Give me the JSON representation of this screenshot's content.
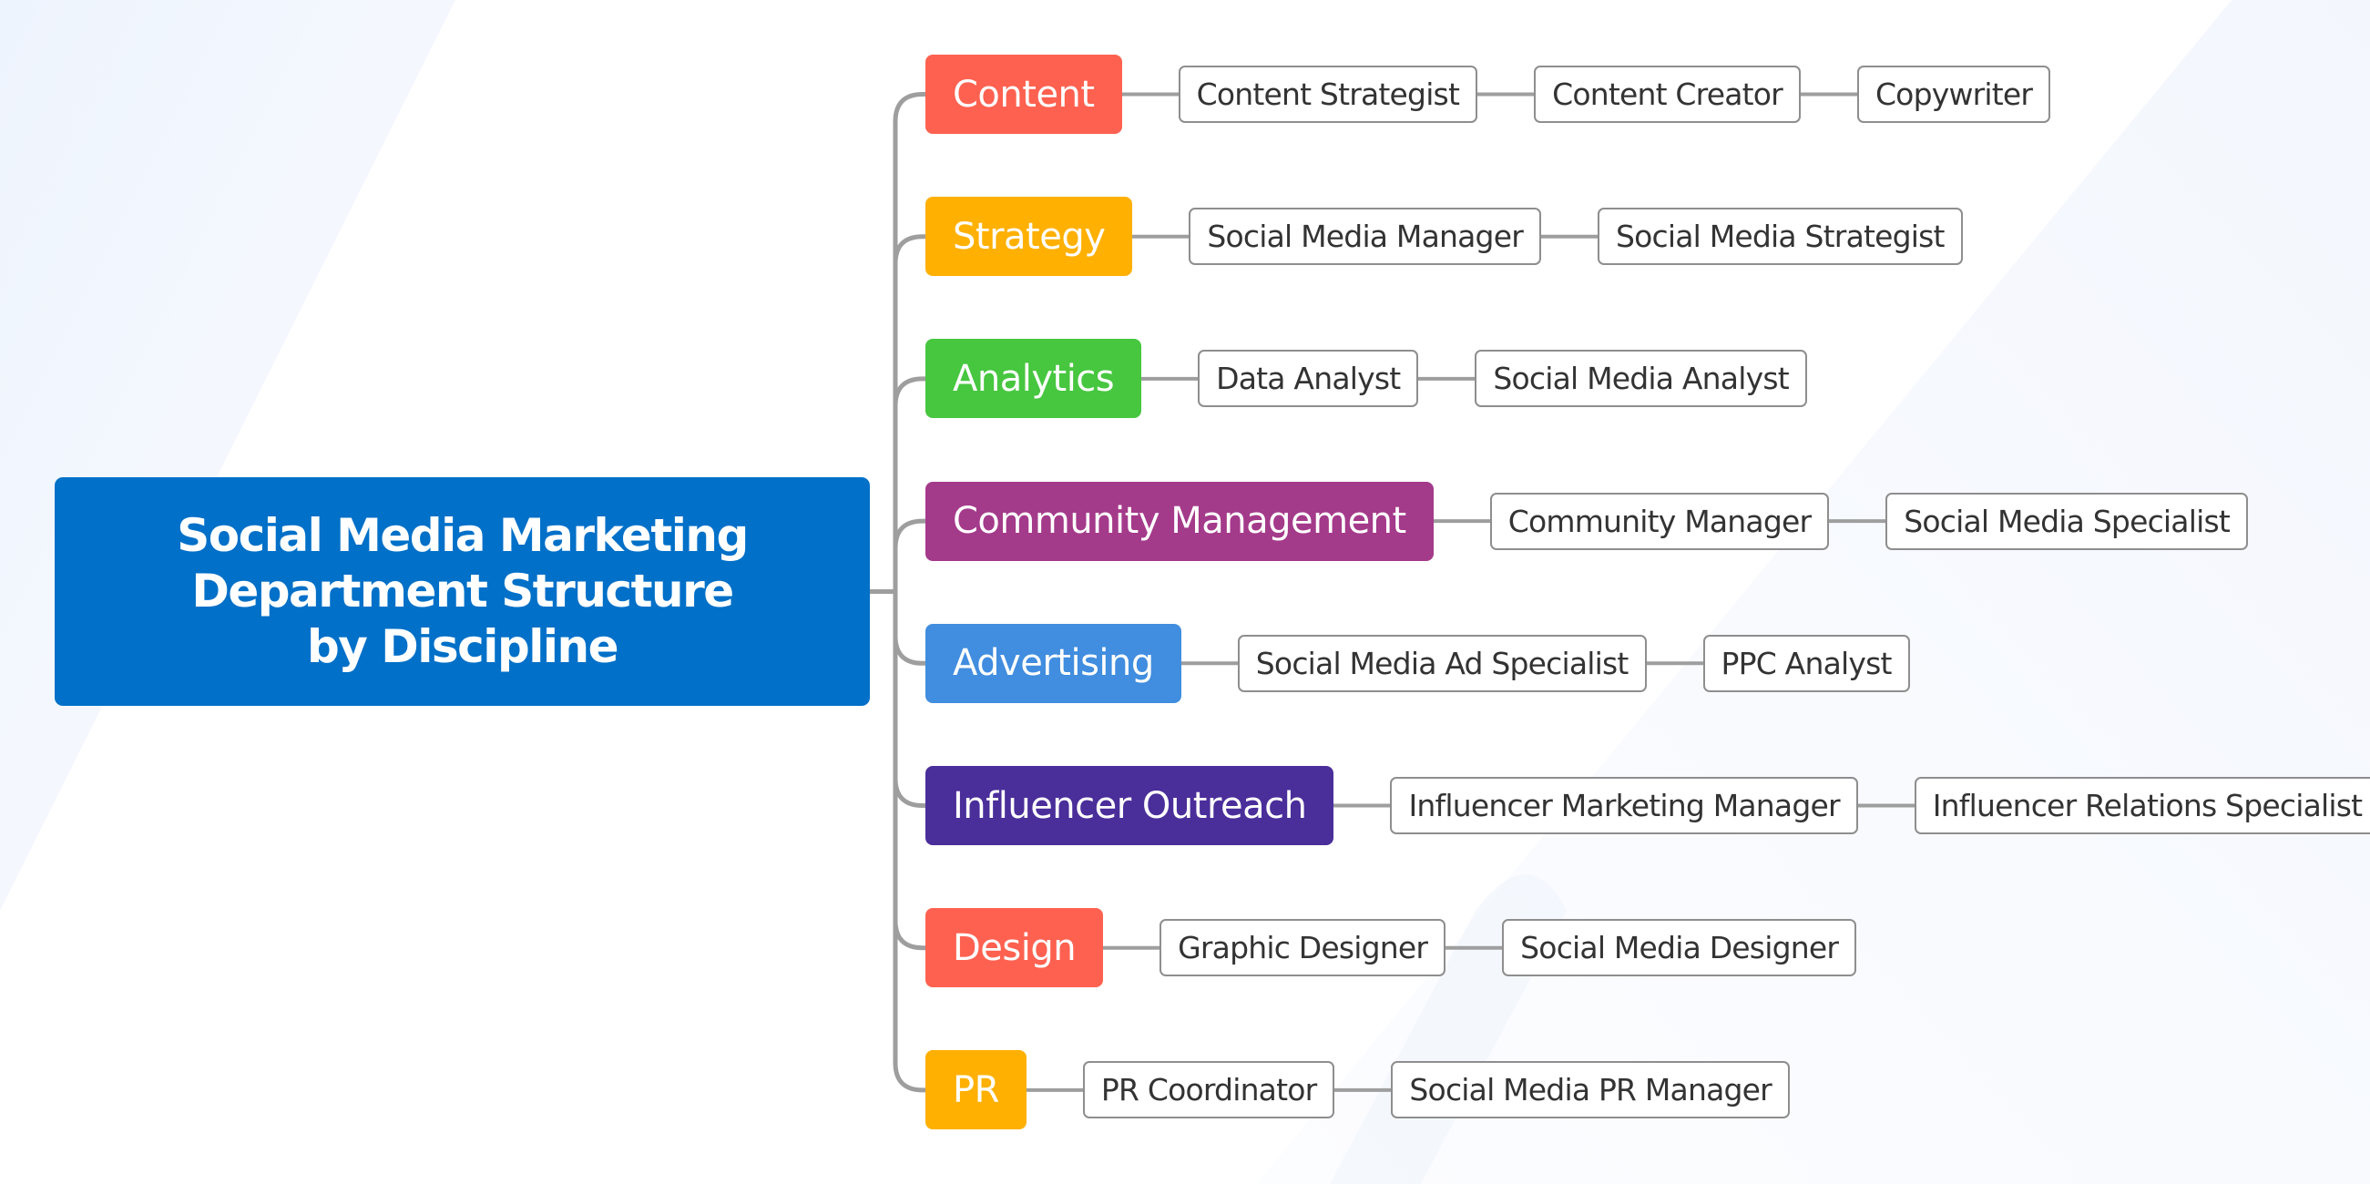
{
  "root": {
    "title": "Social Media Marketing\nDepartment Structure\nby Discipline",
    "color": "#0070C8"
  },
  "line_color": "#9E9E9E",
  "branches": [
    {
      "label": "Content",
      "color": "#FF6150",
      "children": [
        "Content Strategist",
        "Content Creator",
        "Copywriter"
      ]
    },
    {
      "label": "Strategy",
      "color": "#FFB000",
      "children": [
        "Social Media Manager",
        "Social Media Strategist"
      ]
    },
    {
      "label": "Analytics",
      "color": "#47C640",
      "children": [
        "Data Analyst",
        "Social Media Analyst"
      ]
    },
    {
      "label": "Community Management",
      "color": "#A43A8A",
      "children": [
        "Community Manager",
        "Social Media Specialist"
      ]
    },
    {
      "label": "Advertising",
      "color": "#418DDF",
      "children": [
        "Social Media Ad Specialist",
        "PPC Analyst"
      ]
    },
    {
      "label": "Influencer Outreach",
      "color": "#4A2E9A",
      "children": [
        "Influencer Marketing Manager",
        "Influencer Relations Specialist"
      ]
    },
    {
      "label": "Design",
      "color": "#FF6150",
      "children": [
        "Graphic Designer",
        "Social Media Designer"
      ]
    },
    {
      "label": "PR",
      "color": "#FFB000",
      "children": [
        "PR Coordinator",
        "Social Media PR Manager"
      ]
    }
  ]
}
